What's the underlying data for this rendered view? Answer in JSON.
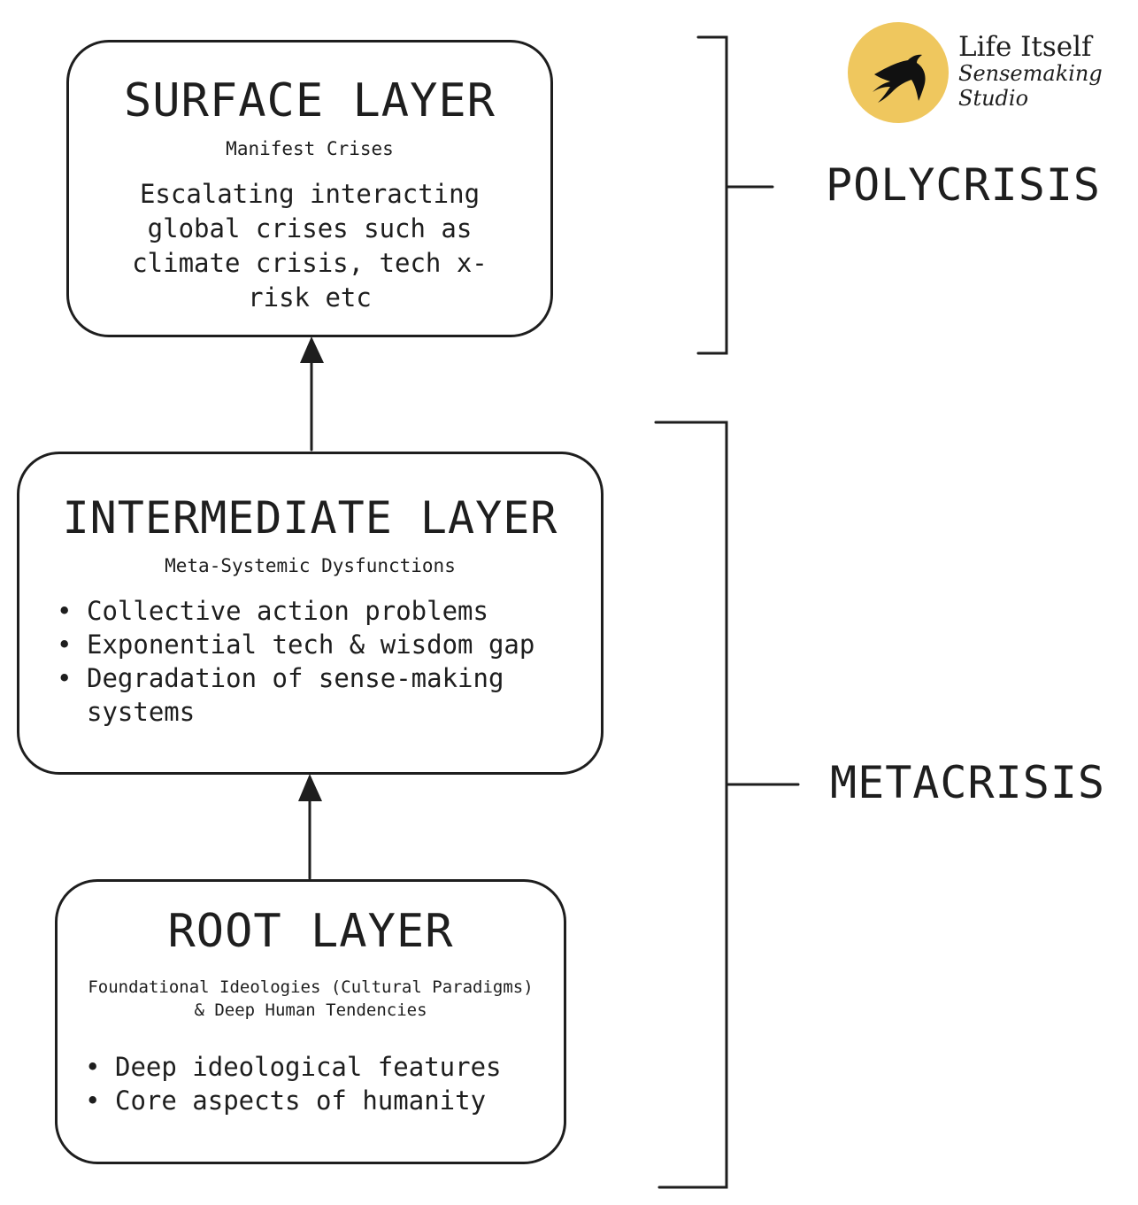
{
  "surface": {
    "title": "SURFACE LAYER",
    "subtitle": "Manifest Crises",
    "body": "Escalating interacting global crises such as climate crisis, tech x-risk etc"
  },
  "intermediate": {
    "title": "INTERMEDIATE LAYER",
    "subtitle": "Meta-Systemic Dysfunctions",
    "items": [
      "Collective action problems",
      "Exponential tech & wisdom gap",
      "Degradation of sense-making systems"
    ]
  },
  "root": {
    "title": "ROOT LAYER",
    "subtitle_line1": "Foundational Ideologies (Cultural Paradigms)",
    "subtitle_line2": "& Deep Human Tendencies",
    "items": [
      "Deep ideological features",
      "Core aspects of humanity"
    ]
  },
  "labels": {
    "polycrisis": "POLYCRISIS",
    "metacrisis": "METACRISIS"
  },
  "logo": {
    "name": "Life Itself",
    "tagline_line1": "Sensemaking",
    "tagline_line2": "Studio",
    "circle_color": "#efc75e",
    "icon": "swallow-bird-icon"
  },
  "colors": {
    "stroke": "#1e1e1e"
  }
}
